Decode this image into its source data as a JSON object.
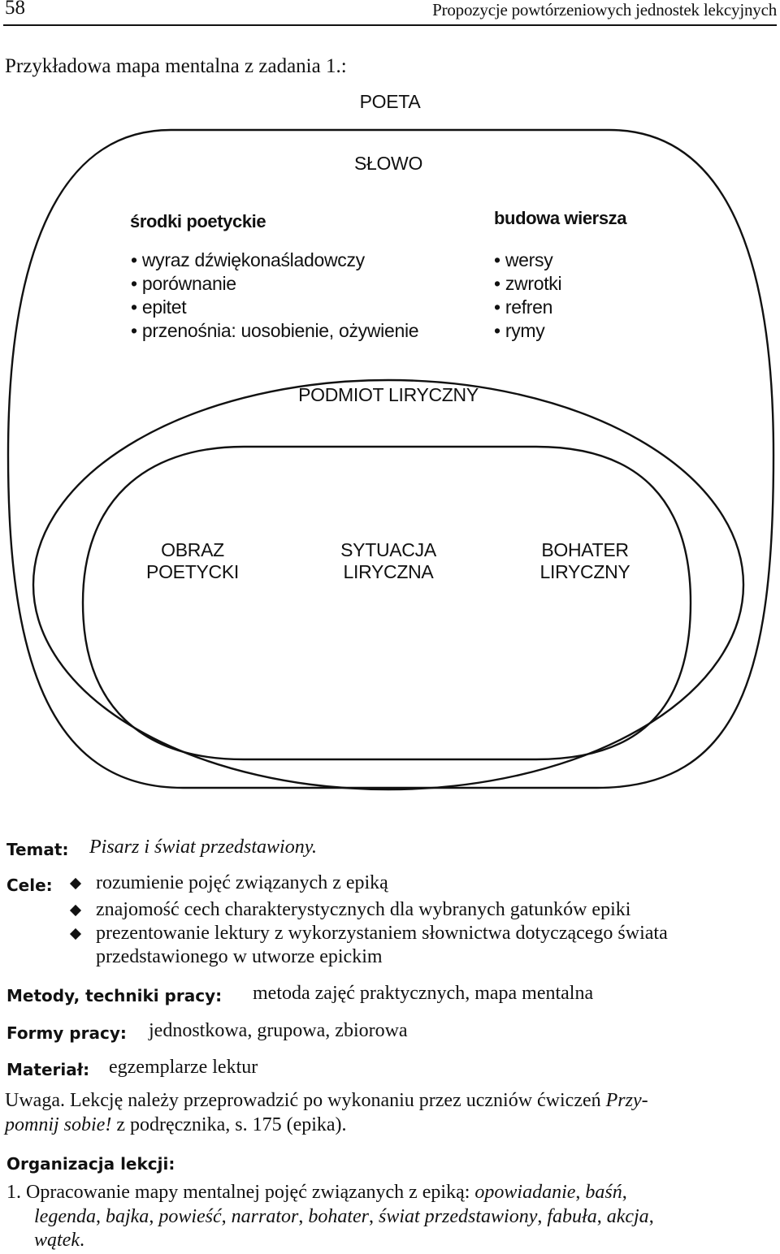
{
  "header": {
    "page_number": "58",
    "running_title": "Propozycje powtórzeniowych jednostek lekcyjnych"
  },
  "intro": "Przykładowa mapa mentalna z zadania 1.:",
  "mind_map": {
    "outer_label": "POETA",
    "second_label": "SŁOWO",
    "left_group": {
      "title": "środki poetyckie",
      "items": [
        "• wyraz dźwiękonaśladowczy",
        "• porównanie",
        "• epitet",
        "• przenośnia: uosobienie, ożywienie"
      ]
    },
    "right_group": {
      "title": "budowa wiersza",
      "items": [
        "• wersy",
        "• zwrotki",
        "• refren",
        "• rymy"
      ]
    },
    "third_label": "PODMIOT LIRYCZNY",
    "inner_items": [
      {
        "line1": "OBRAZ",
        "line2": "POETYCKI"
      },
      {
        "line1": "SYTUACJA",
        "line2": "LIRYCZNA"
      },
      {
        "line1": "BOHATER",
        "line2": "LIRYCZNY"
      }
    ]
  },
  "lesson": {
    "topic_label": "Temat:",
    "topic": "Pisarz i świat przedstawiony.",
    "goals_label": "Cele:",
    "goals": [
      "rozumienie pojęć związanych z epiką",
      "znajomość cech charakterystycznych dla wybranych gatunków epiki",
      "prezentowanie lektury z wykorzystaniem słownictwa dotyczącego świata"
    ],
    "goals_continuation": "przedstawionego w utworze epickim",
    "methods_label": "Metody, techniki pracy:",
    "methods": "metoda zajęć praktycznych, mapa mentalna",
    "forms_label": "Formy pracy:",
    "forms": "jednostkowa, grupowa, zbiorowa",
    "material_label": "Materiał:",
    "material": "egzemplarze lektur",
    "note": {
      "prefix": "Uwaga. Lekcję należy przeprowadzić po wykonaniu przez uczniów ćwiczeń ",
      "title_part1": "Przy-",
      "title_part2": "pomnij sobie!",
      "suffix": " z podręcznika, s. 175 (epika)."
    },
    "organization_label": "Organizacja lekcji:",
    "step1": {
      "number": "1.",
      "text": "Opracowanie mapy mentalnej pojęć związanych z epiką: ",
      "terms_line1": [
        "opowiadanie",
        "baśń"
      ],
      "terms_line2": [
        "legenda",
        "bajka",
        "powieść",
        "narrator",
        "bohater",
        "świat przedstawiony",
        "fabuła",
        "akcja"
      ],
      "terms_line3": [
        "wątek"
      ]
    }
  }
}
